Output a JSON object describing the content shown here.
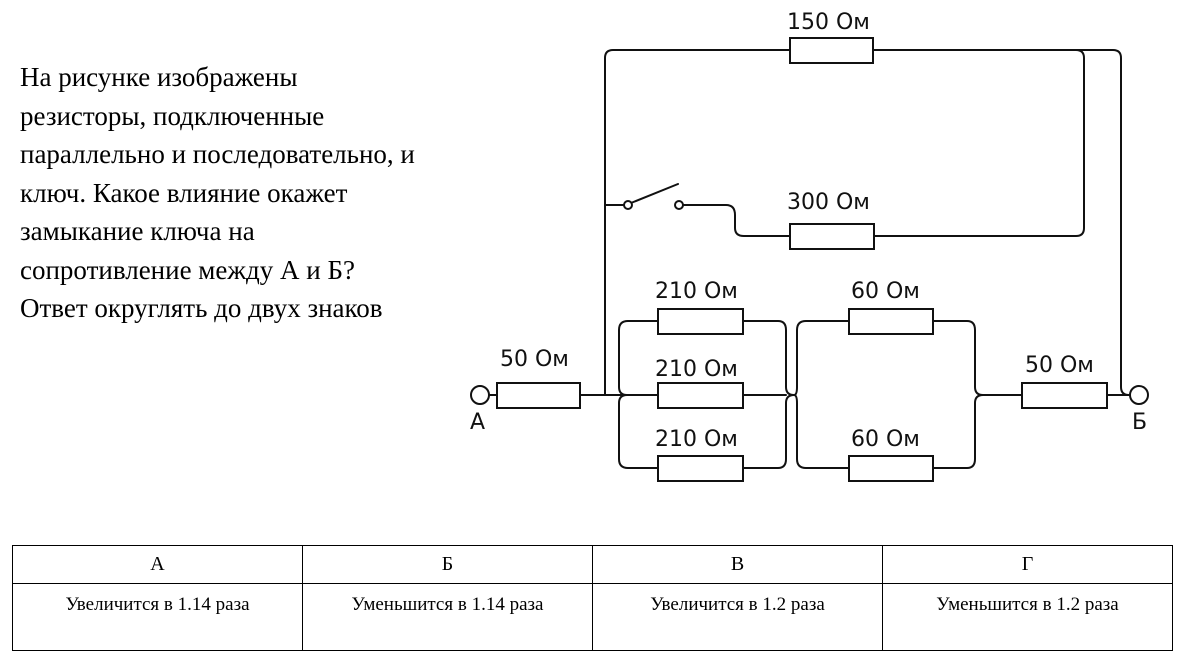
{
  "question": {
    "lines": [
      "На рисунке изображены",
      "резисторы, подключенные",
      "параллельно и последовательно, и",
      "ключ. Какое влияние окажет",
      "замыкание ключа на",
      "сопротивление между А и Б?",
      "Ответ округлять до двух знаков"
    ]
  },
  "circuit": {
    "terminals": {
      "start": "А",
      "end": "Б"
    },
    "resistors": {
      "top": "150 Ом",
      "switch_branch": "300 Ом",
      "parallel_1": "210 Ом",
      "parallel_2": "210 Ом",
      "parallel_3": "210 Ом",
      "parallel_4": "60 Ом",
      "parallel_5": "60 Ом",
      "series_left": "50 Ом",
      "series_right": "50 Ом"
    }
  },
  "answers": {
    "headers": [
      "А",
      "Б",
      "В",
      "Г"
    ],
    "values": [
      "Увеличится в 1.14 раза",
      "Уменьшится в 1.14 раза",
      "Увеличится в 1.2 раза",
      "Уменьшится в 1.2 раза"
    ]
  }
}
